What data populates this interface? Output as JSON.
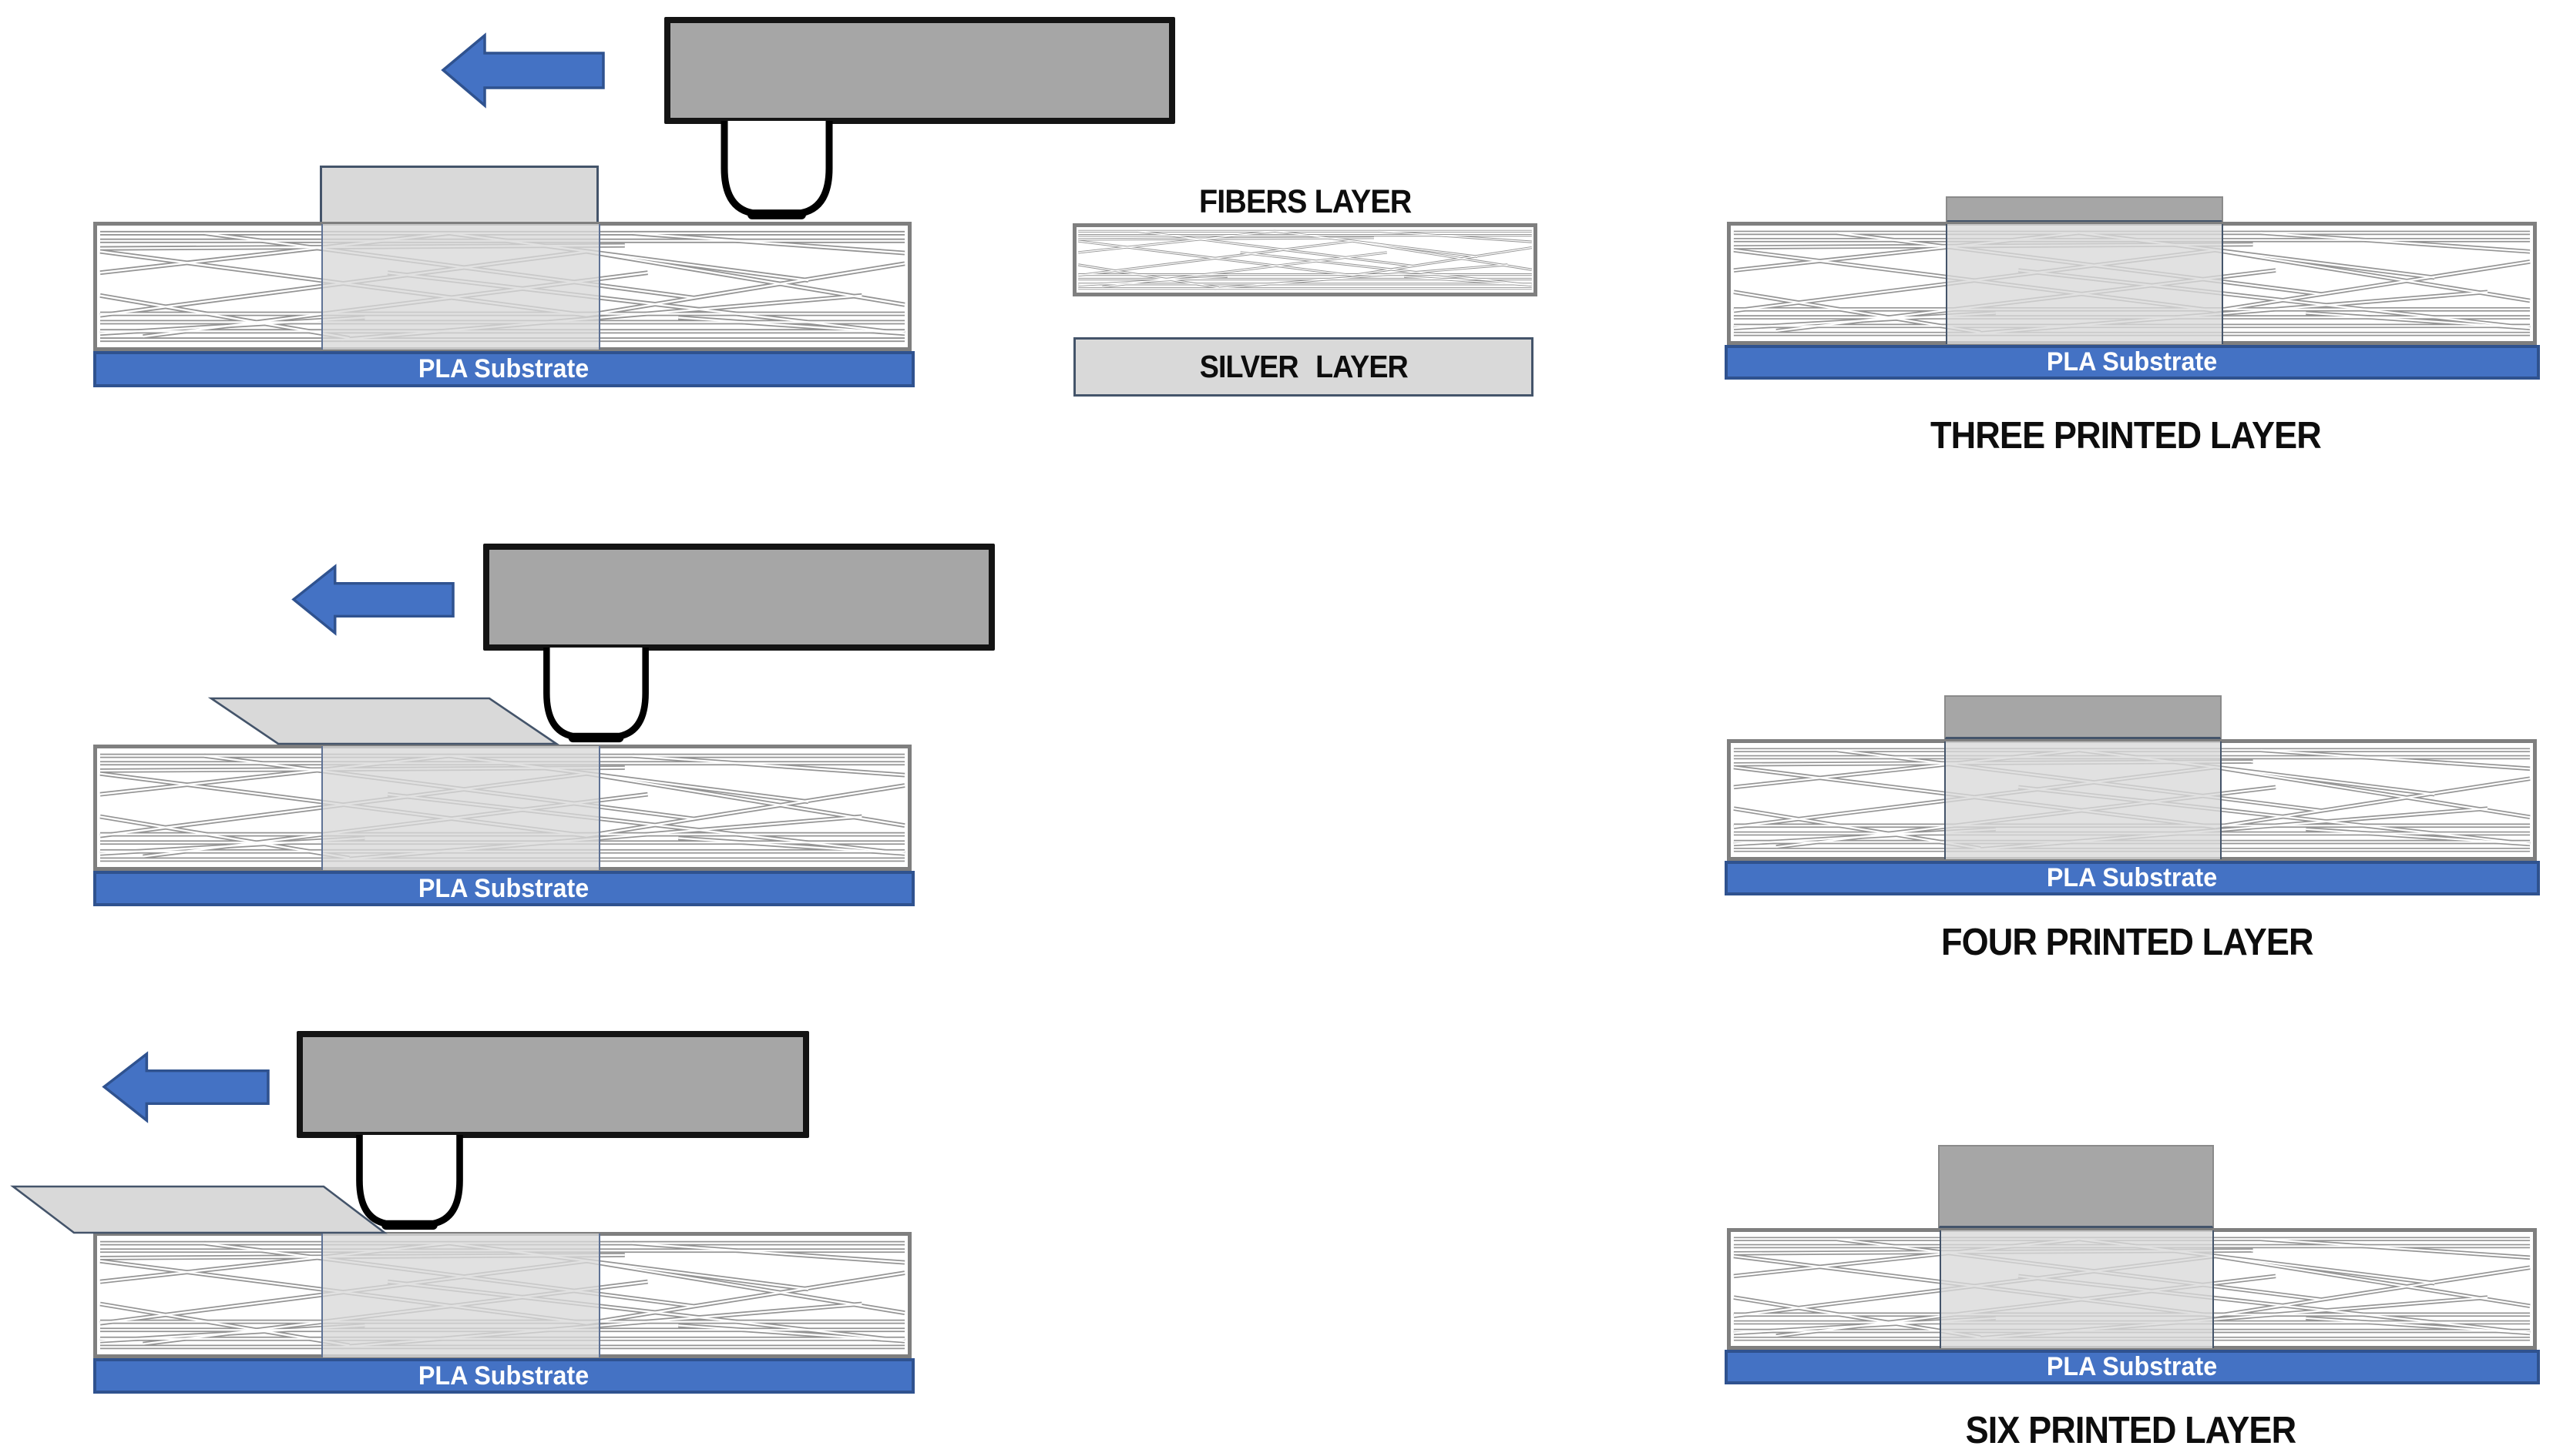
{
  "diagram": {
    "substrate_label": "PLA Substrate",
    "arrow_direction": "left",
    "legend": {
      "fibers_label": "FIBERS LAYER",
      "silver_label": "SILVER LAYER"
    },
    "result_panels": [
      {
        "label": "THREE PRINTED LAYER"
      },
      {
        "label": "FOUR PRINTED LAYER"
      },
      {
        "label": "SIX PRINTED LAYER"
      }
    ],
    "colors": {
      "accent_blue": "#4472C4",
      "blue_border": "#2F528F",
      "head_gray": "#A6A6A6",
      "head_border": "#141414",
      "silver_gray": "#D9D9D9",
      "silver_border": "#44546A",
      "block_border": "#7F7F7F",
      "fiber_stroke": "#949494",
      "column_tint": "rgba(217,217,217,0.78)",
      "label_black": "#0D0D0D"
    }
  }
}
